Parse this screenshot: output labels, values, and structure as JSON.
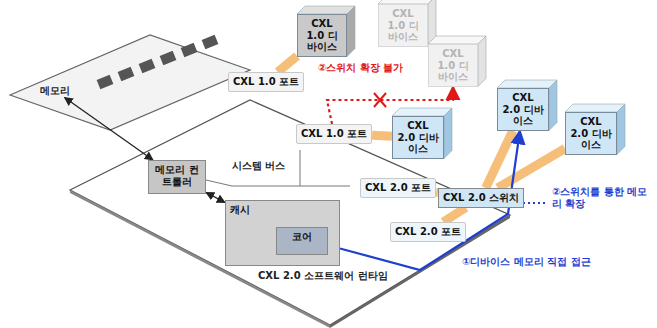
{
  "diagram": {
    "nodes": [
      {
        "text": [
          "메모리"
        ]
      },
      {
        "text": [
          "CXL 1.0 디바이스"
        ]
      },
      {
        "text": [
          "CXL 1.0 디바이스"
        ]
      },
      {
        "text": [
          "CXL 1.0 디바이스"
        ]
      },
      {
        "text": [
          "CXL 1.0 포트"
        ]
      },
      {
        "text": [
          "메모리 컨트롤러"
        ]
      },
      {
        "text": [
          "CXL 1.0 포트"
        ]
      },
      {
        "text": [
          "CXL 2.0 디바이스"
        ]
      },
      {
        "text": [
          "CXL 2.0 디바이스"
        ]
      },
      {
        "text": [
          "CXL 2.0 디바이스"
        ]
      },
      {
        "text": [
          "CXL 2.0 포트"
        ]
      },
      {
        "text": [
          "CXL 2.0 스위치"
        ]
      },
      {
        "text": [
          "캐시"
        ]
      },
      {
        "text": [
          "코어"
        ],
        "in": 12
      },
      {
        "text": [
          "CXL 2.0 포트"
        ]
      }
    ],
    "edges": [
      {
        "from": 0,
        "to": 5,
        "arrow": "both"
      },
      {
        "from": 4,
        "to": 1,
        "arrow": "none"
      },
      {
        "from": 6,
        "to": 7,
        "arrow": "none"
      },
      {
        "from": 10,
        "to": 11,
        "arrow": "none"
      },
      {
        "from": 11,
        "to": 8,
        "arrow": "none"
      },
      {
        "from": 11,
        "to": 9,
        "arrow": "none"
      },
      {
        "from": 5,
        "to": 12,
        "arrow": "both"
      },
      {
        "from": 12,
        "to": 8,
        "arrow": "to"
      },
      {
        "from": 6,
        "to": 3,
        "arrow": "to"
      },
      {
        "from": 14,
        "to": 11,
        "arrow": "none"
      }
    ],
    "labels": [
      "시스템 버스",
      "CXL 2.0 소프트웨어 런타임",
      "②스위치 확장 불가",
      "②스위치를 통한 메모리 확장",
      "①디바이스 메모리 직접 접근"
    ]
  }
}
